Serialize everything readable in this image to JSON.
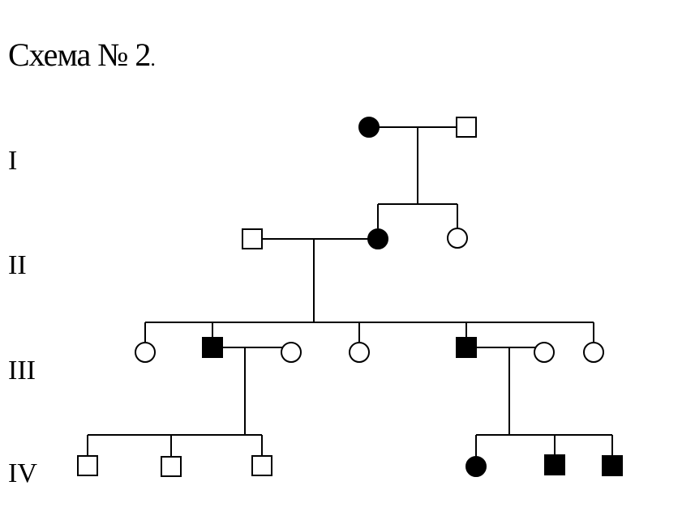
{
  "title": {
    "main": "Схема № 2",
    "period": "."
  },
  "generations": {
    "I": "I",
    "II": "II",
    "III": "III",
    "IV": "IV"
  },
  "pedigree": {
    "generations": [
      "I",
      "II",
      "III",
      "IV"
    ],
    "individuals": [
      {
        "id": "I-1",
        "generation": "I",
        "sex": "female",
        "affected": true
      },
      {
        "id": "I-2",
        "generation": "I",
        "sex": "male",
        "affected": false
      },
      {
        "id": "II-1",
        "generation": "II",
        "sex": "male",
        "affected": false
      },
      {
        "id": "II-2",
        "generation": "II",
        "sex": "female",
        "affected": true
      },
      {
        "id": "II-3",
        "generation": "II",
        "sex": "female",
        "affected": false
      },
      {
        "id": "III-1",
        "generation": "III",
        "sex": "female",
        "affected": false
      },
      {
        "id": "III-2",
        "generation": "III",
        "sex": "male",
        "affected": true
      },
      {
        "id": "III-3",
        "generation": "III",
        "sex": "female",
        "affected": false
      },
      {
        "id": "III-4",
        "generation": "III",
        "sex": "female",
        "affected": false
      },
      {
        "id": "III-5",
        "generation": "III",
        "sex": "male",
        "affected": true
      },
      {
        "id": "III-6",
        "generation": "III",
        "sex": "female",
        "affected": false
      },
      {
        "id": "III-7",
        "generation": "III",
        "sex": "female",
        "affected": false
      },
      {
        "id": "IV-1",
        "generation": "IV",
        "sex": "male",
        "affected": false
      },
      {
        "id": "IV-2",
        "generation": "IV",
        "sex": "male",
        "affected": false
      },
      {
        "id": "IV-3",
        "generation": "IV",
        "sex": "male",
        "affected": false
      },
      {
        "id": "IV-4",
        "generation": "IV",
        "sex": "female",
        "affected": true
      },
      {
        "id": "IV-5",
        "generation": "IV",
        "sex": "male",
        "affected": true
      },
      {
        "id": "IV-6",
        "generation": "IV",
        "sex": "male",
        "affected": true
      }
    ],
    "marriages": [
      {
        "partners": [
          "I-1",
          "I-2"
        ],
        "children": [
          "II-2",
          "II-3"
        ]
      },
      {
        "partners": [
          "II-1",
          "II-2"
        ],
        "children": [
          "III-1",
          "III-2",
          "III-4",
          "III-5",
          "III-7"
        ]
      },
      {
        "partners": [
          "III-2",
          "III-3"
        ],
        "children": [
          "IV-1",
          "IV-2",
          "IV-3"
        ]
      },
      {
        "partners": [
          "III-5",
          "III-6"
        ],
        "children": [
          "IV-4",
          "IV-5",
          "IV-6"
        ]
      }
    ]
  },
  "colors": {
    "affected_fill": "#000000",
    "unaffected_fill": "#ffffff",
    "stroke": "#000000"
  }
}
